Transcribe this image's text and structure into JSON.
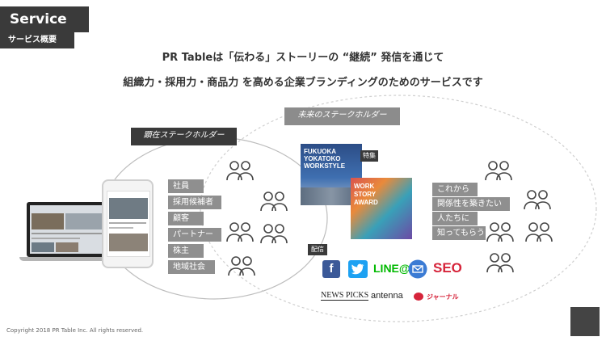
{
  "header": {
    "service_title": "Service",
    "service_subtitle": "サービス概要"
  },
  "headline": {
    "line1": "PR Tableは「伝わる」ストーリーの “継続” 発信を通じて",
    "line2": "組織力・採用力・商品力 を高める企業ブランディングのためのサービスです"
  },
  "current_stakeholders": {
    "label": "顕在ステークホルダー",
    "items": [
      "社員",
      "採用候補者",
      "顧客",
      "パートナー",
      "株主",
      "地域社会"
    ]
  },
  "future_stakeholders": {
    "label": "未来のステークホルダー",
    "feature_tag": "特集",
    "feature1_title": "FUKUOKA YOKATOKO WORKSTYLE",
    "feature2_title": "WORK STORY AWARD",
    "distribution_tag": "配信",
    "items": [
      "これから",
      "関係性を築きたい",
      "人たちに",
      "知ってもらう"
    ]
  },
  "channels": {
    "facebook": "f",
    "line": "LINE@",
    "seo": "SEO",
    "newspicks": "NEWS PICKS",
    "antenna": "antenna",
    "newspaper": "ジャーナル"
  },
  "footer": {
    "copyright": "Copyright 2018 PR Table Inc. All rights reserved."
  },
  "colors": {
    "dark": "#3a3a3a",
    "gray": "#8f8f8f",
    "facebook": "#3b5998",
    "twitter": "#1da1f2",
    "line": "#00b900",
    "mail": "#3b7bd4",
    "seo": "#d6243a"
  }
}
